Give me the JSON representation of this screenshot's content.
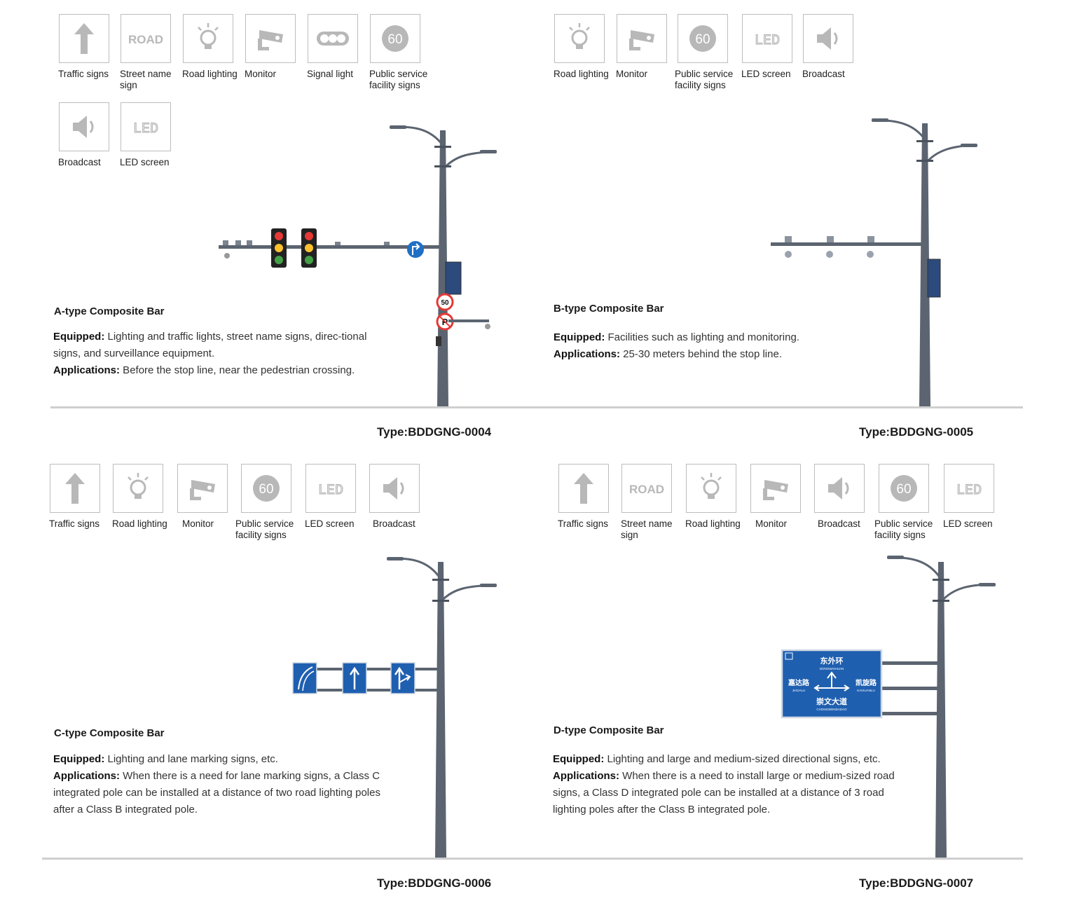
{
  "panels": [
    {
      "id": "a",
      "icons": [
        {
          "icon": "arrow-up-icon",
          "label": "Traffic signs"
        },
        {
          "icon": "road-text-icon",
          "label": "Street name sign",
          "text": "ROAD"
        },
        {
          "icon": "bulb-icon",
          "label": "Road lighting"
        },
        {
          "icon": "camera-icon",
          "label": "Monitor"
        },
        {
          "icon": "signal-light-icon",
          "label": "Signal light"
        },
        {
          "icon": "speed-60-icon",
          "label": "Public service facility signs",
          "text": "60"
        },
        {
          "icon": "speaker-icon",
          "label": "Broadcast"
        },
        {
          "icon": "led-text-icon",
          "label": "LED screen",
          "text": "LED"
        }
      ],
      "title": "A-type Composite Bar",
      "equipped_label": "Equipped:",
      "equipped": " Lighting and traffic lights, street name signs, direc-tional signs, and surveillance equipment.",
      "applications_label": "Applications:",
      "applications": " Before the stop line, near the pedestrian crossing.",
      "type": "Type:BDDGNG-0004",
      "signs": {
        "speed": "50",
        "parking": "P"
      }
    },
    {
      "id": "b",
      "icons": [
        {
          "icon": "bulb-icon",
          "label": "Road lighting"
        },
        {
          "icon": "camera-icon",
          "label": "Monitor"
        },
        {
          "icon": "speed-60-icon",
          "label": "Public service facility signs",
          "text": "60"
        },
        {
          "icon": "led-text-icon",
          "label": "LED screen",
          "text": "LED"
        },
        {
          "icon": "speaker-icon",
          "label": "Broadcast"
        }
      ],
      "title": "B-type Composite Bar",
      "equipped_label": "Equipped:",
      "equipped": " Facilities such as lighting and monitoring.",
      "applications_label": "Applications:",
      "applications": " 25-30 meters behind the stop line.",
      "type": "Type:BDDGNG-0005"
    },
    {
      "id": "c",
      "icons": [
        {
          "icon": "arrow-up-icon",
          "label": "Traffic signs"
        },
        {
          "icon": "bulb-icon",
          "label": "Road lighting"
        },
        {
          "icon": "camera-icon",
          "label": "Monitor"
        },
        {
          "icon": "speed-60-icon",
          "label": "Public service facility signs",
          "text": "60"
        },
        {
          "icon": "led-text-icon",
          "label": "LED screen",
          "text": "LED"
        },
        {
          "icon": "speaker-icon",
          "label": "Broadcast"
        }
      ],
      "title": "C-type Composite Bar",
      "equipped_label": "Equipped:",
      "equipped": " Lighting and lane marking signs, etc.",
      "applications_label": "Applications:",
      "applications": " When there is a need for lane marking signs, a Class C integrated pole can be installed at a distance of two road lighting poles after a Class B integrated pole.",
      "type": "Type:BDDGNG-0006"
    },
    {
      "id": "d",
      "icons": [
        {
          "icon": "arrow-up-icon",
          "label": "Traffic signs"
        },
        {
          "icon": "road-text-icon",
          "label": "Street name sign",
          "text": "ROAD"
        },
        {
          "icon": "bulb-icon",
          "label": "Road lighting"
        },
        {
          "icon": "camera-icon",
          "label": "Monitor"
        },
        {
          "icon": "speaker-icon",
          "label": "Broadcast"
        },
        {
          "icon": "speed-60-icon",
          "label": "Public service facility signs",
          "text": "60"
        },
        {
          "icon": "led-text-icon",
          "label": "LED screen",
          "text": "LED"
        }
      ],
      "title": "D-type Composite Bar",
      "equipped_label": "Equipped:",
      "equipped": " Lighting and large and medium-sized directional signs, etc.",
      "applications_label": "Applications:",
      "applications": " When there is a need to install large or medium-sized road signs, a Class D integrated pole can be installed at a distance of 3 road lighting poles after the Class B integrated pole.",
      "type": "Type:BDDGNG-0007",
      "guide_sign": {
        "top": "东外环",
        "top_pinyin": "DONGWAIHUAN",
        "left": "嘉达路",
        "left_pinyin": "JIADALU",
        "right": "凯旋路",
        "right_pinyin": "KAIXUANLU",
        "bottom": "崇文大道",
        "bottom_pinyin": "CHONGWENDADAO"
      }
    }
  ],
  "colors": {
    "icon_gray": "#b8b8b8",
    "pole": "#5b6470",
    "sign_blue": "#1f5fb0",
    "ground": "#cfcfcf"
  }
}
